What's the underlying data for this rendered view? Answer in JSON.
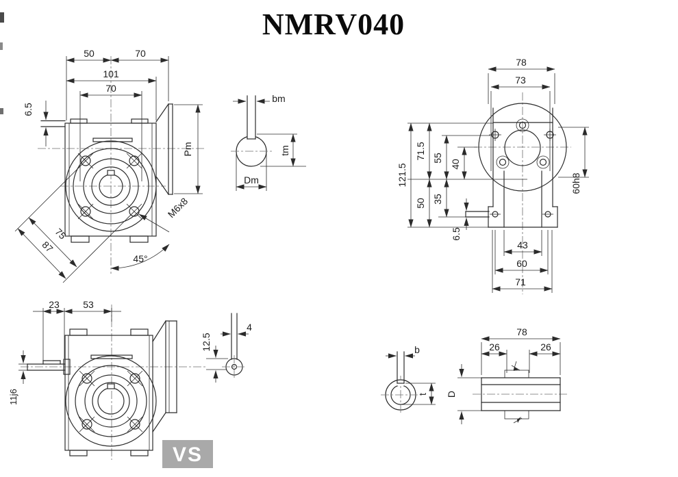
{
  "title": "NMRV040",
  "badge": "VS",
  "views": {
    "front": {
      "d50": "50",
      "d70_flange": "70",
      "d101": "101",
      "d70_bolts": "70",
      "d6_5": "6.5",
      "pm": "Pm",
      "d75": "75",
      "d87": "87",
      "m6x8": "M6x8",
      "a45": "45°"
    },
    "motor_shaft": {
      "bm": "bm",
      "tm": "tm",
      "dm": "Dm"
    },
    "side": {
      "d78": "78",
      "d73": "73",
      "d121_5": "121.5",
      "d71_5": "71.5",
      "d55": "55",
      "d40": "40",
      "d50": "50",
      "d35": "35",
      "d6_5": "6.5",
      "d60h8": "60h8",
      "d43": "43",
      "d60": "60",
      "d71": "71"
    },
    "vs_side": {
      "d23": "23",
      "d53": "53",
      "d11j6": "11j6"
    },
    "input_shaft": {
      "d12_5": "12.5",
      "d4": "4"
    },
    "hollow_bore": {
      "b": "b",
      "t": "t"
    },
    "hollow_shaft": {
      "d78": "78",
      "d26a": "26",
      "d26b": "26",
      "dD": "D"
    }
  },
  "colors": {
    "line": "#2b2b2b",
    "centerline": "#6e6e6e",
    "badge_bg": "#a9a9a9",
    "badge_text": "#ffffff",
    "background": "#ffffff"
  }
}
